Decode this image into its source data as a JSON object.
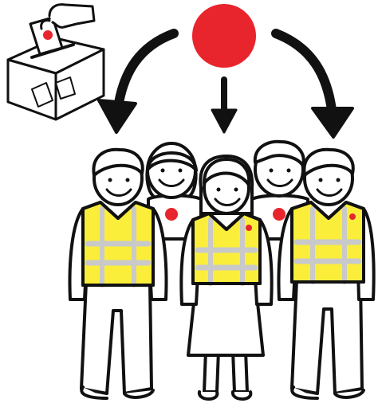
{
  "colors": {
    "outline": "#111111",
    "background": "#ffffff",
    "vote_dot": "#e8242c",
    "vest_yellow": "#fbee3a",
    "vest_reflective": "#c9c9c9",
    "badge_red": "#e8242c",
    "skin": "#ffffff"
  },
  "pictogram": {
    "ballot_box": "ballot-box-icon",
    "center_dot": "red-dot-icon",
    "arrows": [
      "arrow-left-curve",
      "arrow-down",
      "arrow-right-curve"
    ],
    "people": [
      {
        "id": "back-left",
        "role": "staff",
        "badge": true
      },
      {
        "id": "back-right",
        "role": "staff",
        "badge": true
      },
      {
        "id": "front-left",
        "role": "volunteer-vest"
      },
      {
        "id": "front-center",
        "role": "volunteer-vest-skirt"
      },
      {
        "id": "front-right",
        "role": "volunteer-vest"
      }
    ]
  }
}
